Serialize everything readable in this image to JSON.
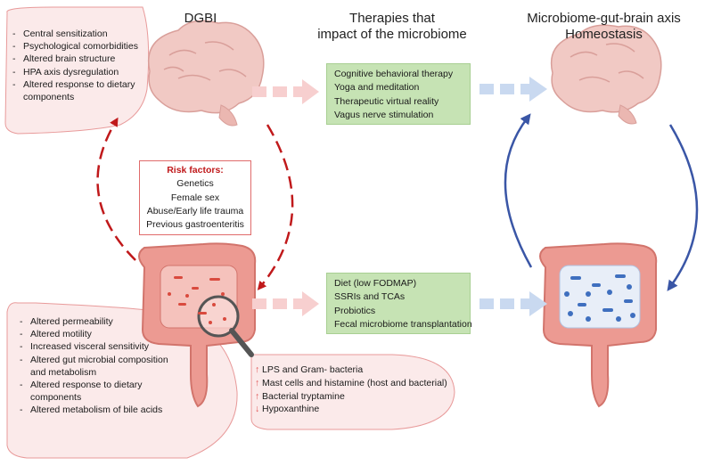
{
  "headers": {
    "dgbi": "DGBI",
    "therapies_line1": "Therapies that",
    "therapies_line2": "impact of the microbiome",
    "axis_line1": "Microbiome-gut-brain axis",
    "axis_line2": "Homeostasis"
  },
  "brain_alterations": [
    "Central sensitization",
    "Psychological comorbidities",
    "Altered brain structure",
    "HPA axis dysregulation",
    "Altered response to dietary",
    "components"
  ],
  "risk_factors": {
    "title": "Risk factors:",
    "items": [
      "Genetics",
      "Female sex",
      "Abuse/Early life trauma",
      "Previous gastroenteritis"
    ]
  },
  "brain_therapies": [
    "Cognitive behavioral therapy",
    "Yoga and meditation",
    "Therapeutic virtual reality",
    "Vagus nerve stimulation"
  ],
  "gut_therapies": [
    "Diet (low FODMAP)",
    "SSRIs and TCAs",
    "Probiotics",
    "Fecal microbiome transplantation"
  ],
  "gut_alterations": [
    "Altered permeability",
    "Altered motility",
    "Increased visceral sensitivity",
    "Altered gut microbial composition",
    "and metabolism",
    "Altered response to dietary",
    "components",
    "Altered metabolism of bile acids"
  ],
  "microbial_changes": [
    {
      "dir": "up",
      "text": "LPS and Gram- bacteria"
    },
    {
      "dir": "up",
      "text": "Mast cells and histamine (host and bacterial)"
    },
    {
      "dir": "up",
      "text": "Bacterial tryptamine"
    },
    {
      "dir": "down",
      "text": "Hypoxanthine"
    }
  ],
  "colors": {
    "brain": "#f1c9c4",
    "brain_shadow": "#d99f9a",
    "gut": "#ec9a92",
    "red_arrow": "#c0191b",
    "blue_arrow": "#3a56a6",
    "pink_arrow": "#f7cfcf",
    "light_blue_arrow": "#c9d9f0",
    "green_box": "#c6e3b4",
    "bubble": "#fbeaea"
  }
}
